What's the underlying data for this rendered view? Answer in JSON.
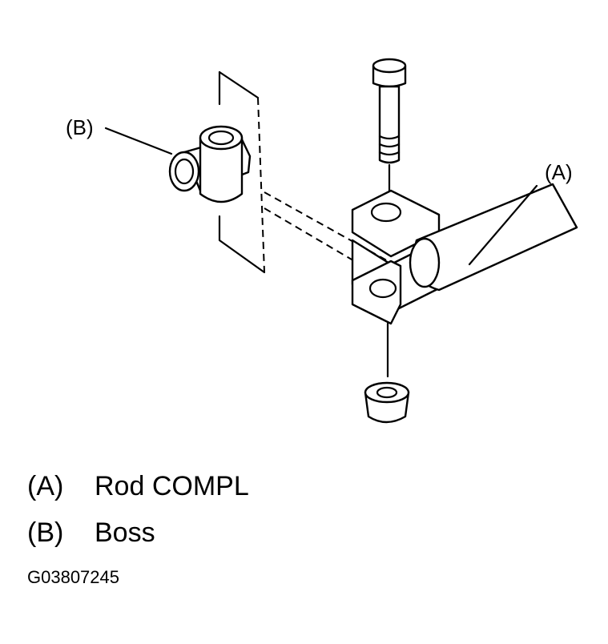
{
  "callouts": {
    "a": "(A)",
    "b": "(B)"
  },
  "legend": [
    {
      "key": "(A)",
      "label": "Rod COMPL"
    },
    {
      "key": "(B)",
      "label": "Boss"
    }
  ],
  "figure_code": "G03807245"
}
